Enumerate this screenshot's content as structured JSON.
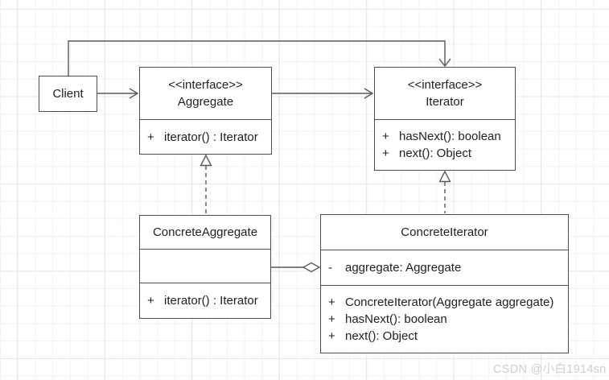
{
  "diagram_title": "Iterator design pattern UML class diagram",
  "classes": {
    "client": {
      "name": "Client"
    },
    "aggregate": {
      "stereotype": "<<interface>>",
      "name": "Aggregate",
      "methods": [
        {
          "visibility": "+",
          "signature": "iterator() : Iterator"
        }
      ]
    },
    "iterator": {
      "stereotype": "<<interface>>",
      "name": "Iterator",
      "methods": [
        {
          "visibility": "+",
          "signature": "hasNext(): boolean"
        },
        {
          "visibility": "+",
          "signature": "next(): Object"
        }
      ]
    },
    "concreteAggregate": {
      "name": "ConcreteAggregate",
      "methods": [
        {
          "visibility": "+",
          "signature": "iterator() : Iterator"
        }
      ]
    },
    "concreteIterator": {
      "name": "ConcreteIterator",
      "attributes": [
        {
          "visibility": "-",
          "signature": "aggregate: Aggregate"
        }
      ],
      "methods": [
        {
          "visibility": "+",
          "signature": "ConcreteIterator(Aggregate aggregate)"
        },
        {
          "visibility": "+",
          "signature": "hasNext(): boolean"
        },
        {
          "visibility": "+",
          "signature": "next(): Object"
        }
      ]
    }
  },
  "relationships": [
    {
      "from": "Client",
      "to": "Aggregate",
      "type": "association-arrow"
    },
    {
      "from": "Client",
      "to": "Iterator",
      "type": "association-arrow"
    },
    {
      "from": "Aggregate",
      "to": "Iterator",
      "type": "association-arrow"
    },
    {
      "from": "ConcreteAggregate",
      "to": "Aggregate",
      "type": "realization-dashed-hollow-triangle"
    },
    {
      "from": "ConcreteIterator",
      "to": "Iterator",
      "type": "realization-dashed-hollow-triangle"
    },
    {
      "from": "ConcreteAggregate",
      "to": "ConcreteIterator",
      "type": "aggregation-hollow-diamond"
    }
  ],
  "watermark": {
    "text": "CSDN @小白1914sn"
  },
  "colors": {
    "box_border": "#4d4d4d",
    "connector": "#595959",
    "text": "#1f1f1f",
    "box_fill": "#ffffff",
    "watermark": "#d2cdcd",
    "grid_minor": "#f2f2f2",
    "grid_major": "#e7e7e7"
  }
}
